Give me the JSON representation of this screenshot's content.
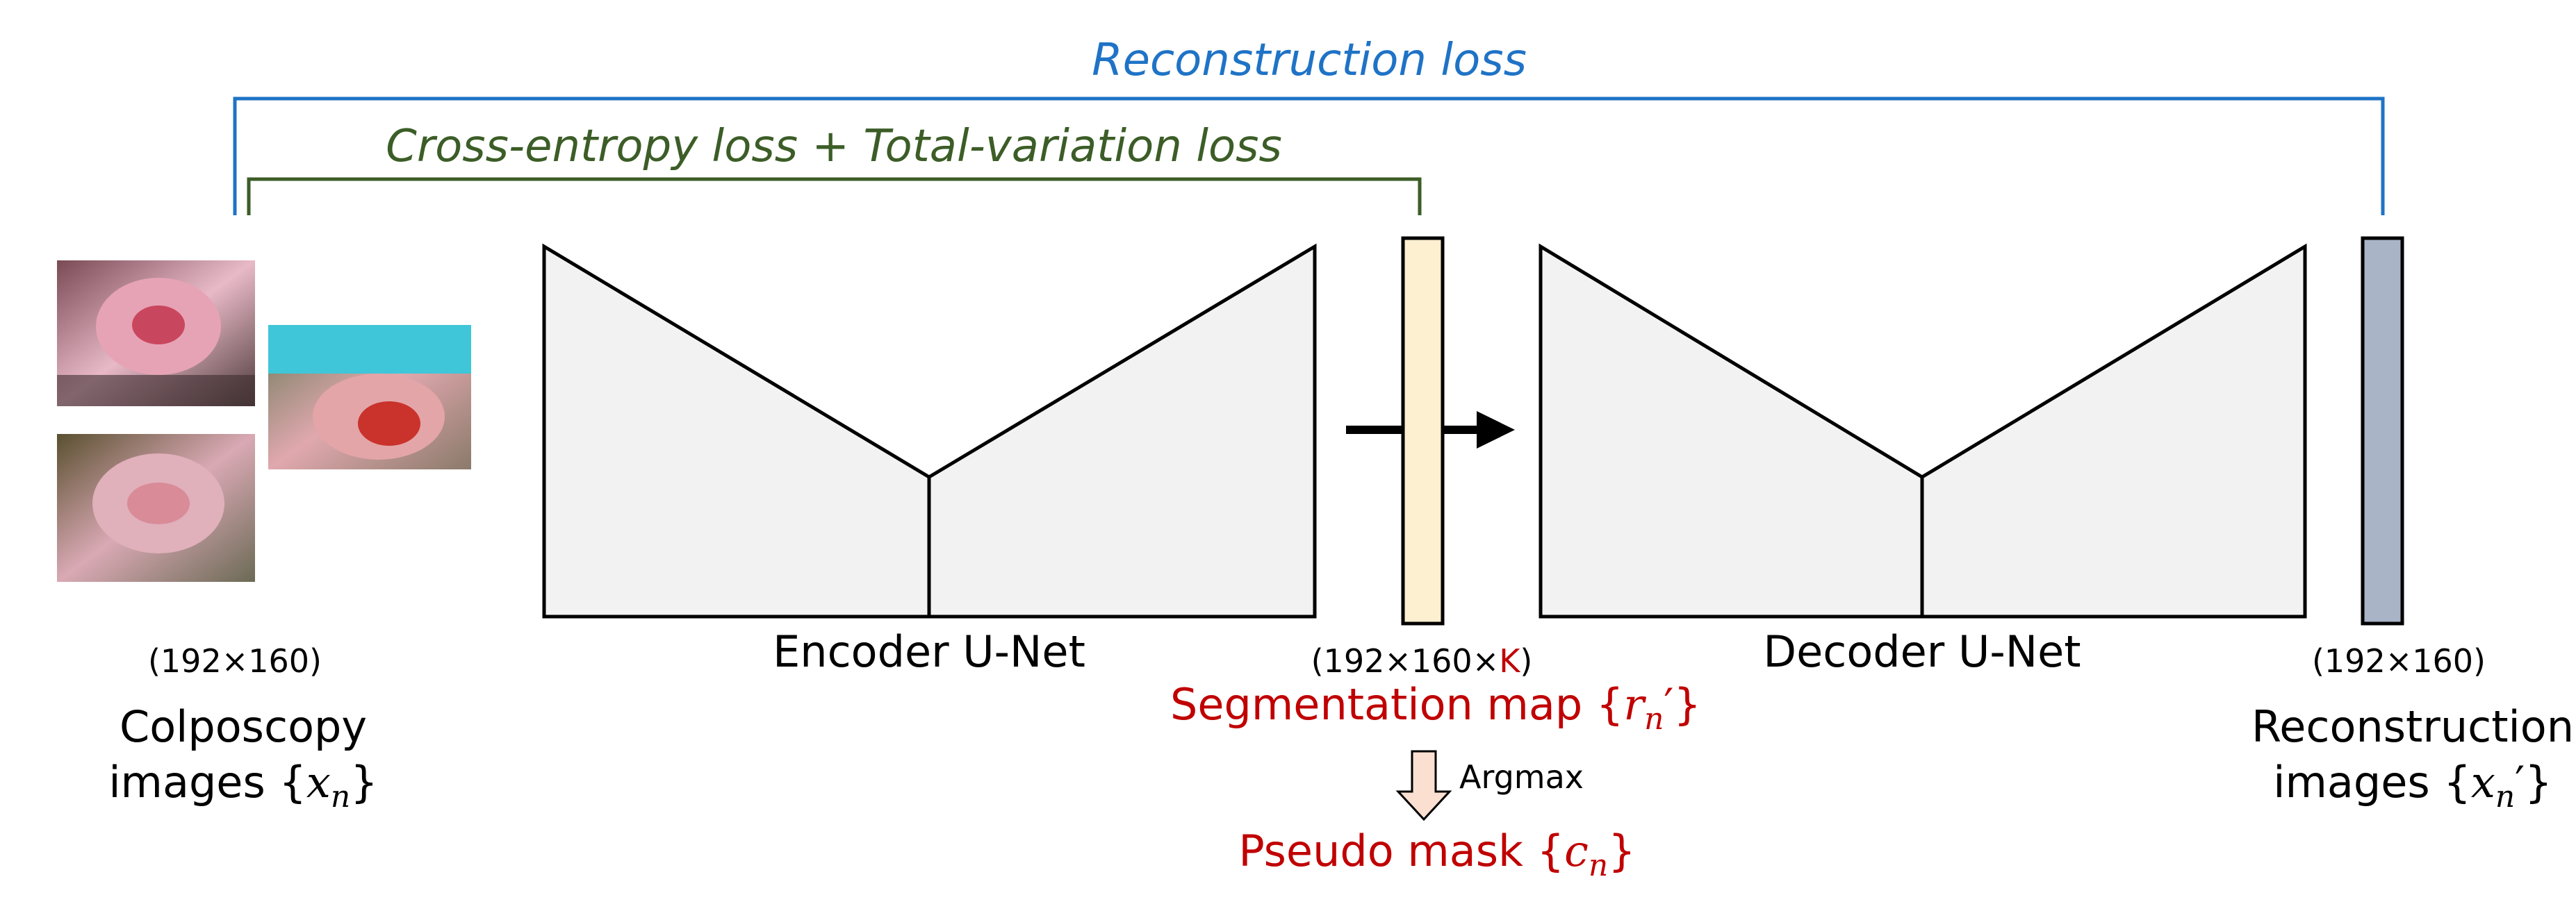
{
  "losses": {
    "reconstruction": "Reconstruction loss",
    "segmentation": "Cross-entropy loss + Total-variation loss"
  },
  "input": {
    "size": "(192×160)",
    "label_line1": "Colposcopy",
    "label_line2_prefix": "images {",
    "symbol": "x",
    "subscript": "n",
    "label_line2_suffix": "}"
  },
  "encoder": {
    "label": "Encoder U-Net"
  },
  "segmentation": {
    "size_prefix": "(192×160×",
    "size_k": "K",
    "size_suffix": ")",
    "label_prefix": "Segmentation map {",
    "symbol": "r",
    "subscript": "n",
    "prime": "′",
    "label_suffix": "}"
  },
  "argmax": {
    "label": "Argmax"
  },
  "pseudo_mask": {
    "label_prefix": "Pseudo mask {",
    "symbol": "c",
    "subscript": "n",
    "label_suffix": "}"
  },
  "decoder": {
    "label": "Decoder U-Net"
  },
  "output": {
    "size": "(192×160)",
    "label_line1": "Reconstruction",
    "label_line2_prefix": "images {",
    "symbol": "x",
    "subscript": "n",
    "prime": "′",
    "label_line2_suffix": "}"
  },
  "colors": {
    "reconstruction_loss": "#1f73c6",
    "segmentation_loss": "#3c5d27",
    "red_text": "#c00000",
    "unet_fill": "#f2f2f2",
    "seg_map_fill": "#fdf0d0",
    "recon_fill": "#a9b4c6",
    "argmax_arrow_fill": "#fbe0d2"
  }
}
